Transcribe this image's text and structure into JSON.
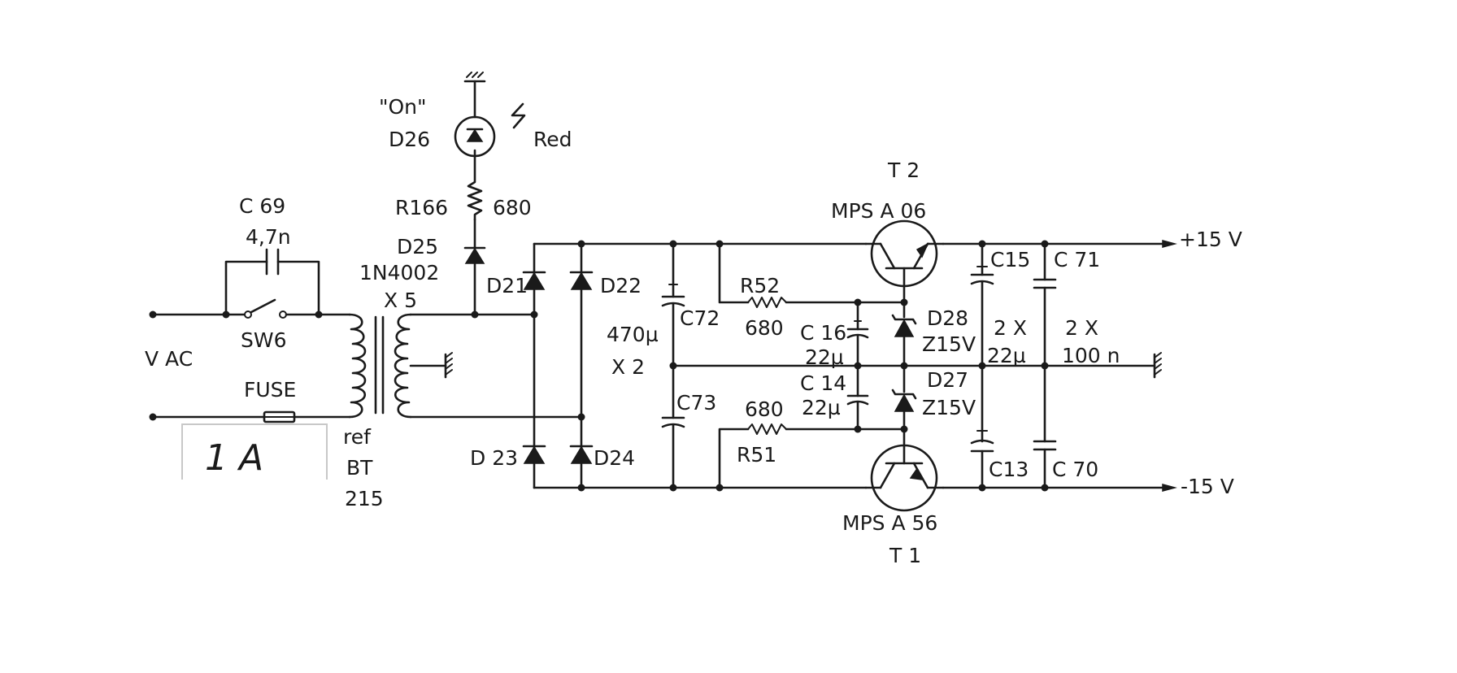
{
  "labels": {
    "on_indicator": "\"On\"",
    "d26": "D26",
    "red": "Red",
    "r166": "R166",
    "r166_value": "680",
    "d25": "D25",
    "d25_type": "1N4002",
    "x5": "X 5",
    "c69": "C 69",
    "c69_value": "4,7n",
    "sw6": "SW6",
    "vac": "V AC",
    "fuse": "FUSE",
    "fuse_rating": "1 A",
    "transformer_ref": "ref",
    "transformer_bt": "BT",
    "transformer_num": "215",
    "d21": "D21",
    "d22": "D22",
    "d23": "D 23",
    "d24": "D24",
    "c72": "C72",
    "c73": "C73",
    "c72_c73_value": "470µ",
    "c72_c73_qty": "X 2",
    "r52": "R52",
    "r52_value": "680",
    "r51": "R51",
    "r51_value": "680",
    "c16": "C 16",
    "c16_value": "22µ",
    "c14": "C 14",
    "c14_value": "22µ",
    "d28": "D28",
    "d28_type": "Z15V",
    "d27": "D27",
    "d27_type": "Z15V",
    "t2": "T 2",
    "t2_type": "MPS A 06",
    "t1": "T 1",
    "t1_type": "MPS A 56",
    "c15": "C15",
    "c13": "C13",
    "c71": "C 71",
    "c70": "C 70",
    "c15_c13_qty": "2 X",
    "c15_c13_value": "22µ",
    "c71_c70_qty": "2 X",
    "c71_c70_value": "100 n",
    "plus_rail": "+15 V",
    "minus_rail": "-15 V"
  }
}
